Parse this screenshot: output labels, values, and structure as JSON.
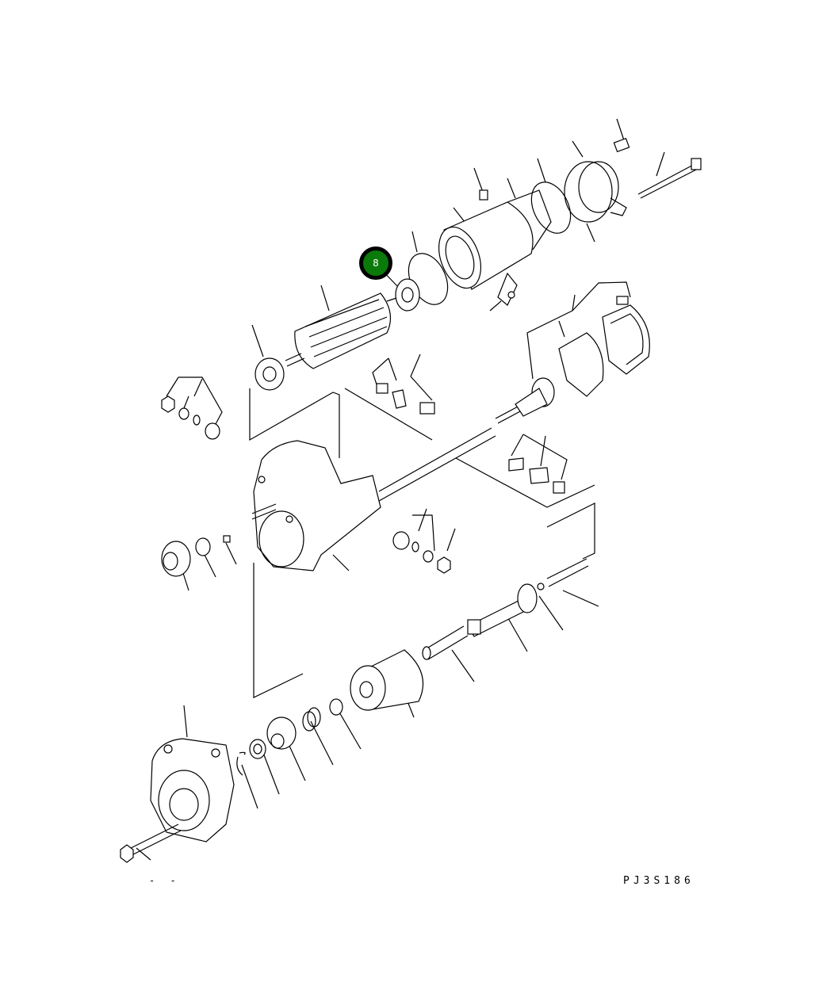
{
  "diagram": {
    "drawing_code": "PJ3S186",
    "corner_mark": "- -",
    "callout": {
      "label": "8",
      "color": "#0a7a0a"
    },
    "subject": "starter-motor-exploded-view"
  }
}
